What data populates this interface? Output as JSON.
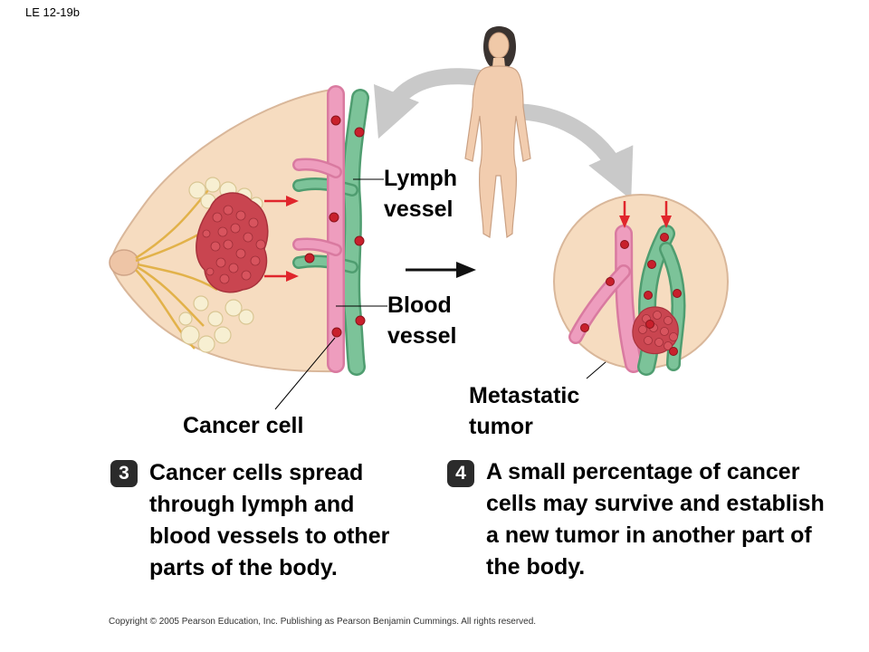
{
  "figure_id": "LE 12-19b",
  "labels": {
    "lymph_vessel": "Lymph vessel",
    "blood_vessel": "Blood vessel",
    "metastatic_tumor": "Metastatic tumor",
    "cancer_cell": "Cancer cell"
  },
  "steps": [
    {
      "number": "3",
      "text": "Cancer cells spread through lymph and blood vessels to other parts of the body."
    },
    {
      "number": "4",
      "text": "A small percentage of cancer cells may survive and establish a new tumor in another part of the body."
    }
  ],
  "copyright": "Copyright © 2005 Pearson Education, Inc. Publishing as Pearson Benjamin Cummings. All rights reserved.",
  "colors": {
    "blood_vessel": "#e98fb1",
    "lymph_vessel": "#78bf96",
    "cancer_cell": "#c8202c",
    "tissue": "#f6dcc0",
    "arrow_gray": "#c9c9c9",
    "arrow_red": "#e0262c"
  }
}
